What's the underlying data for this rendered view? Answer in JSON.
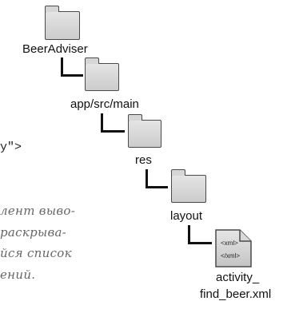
{
  "tree": {
    "root": {
      "label": "BeerAdviser",
      "icon": "folder-icon"
    },
    "app": {
      "label": "app/src/main",
      "icon": "folder-icon"
    },
    "res": {
      "label": "res",
      "icon": "folder-icon"
    },
    "layout": {
      "label": "layout",
      "icon": "folder-icon"
    },
    "file": {
      "line1": "activity_",
      "line2": "find_beer.xml",
      "icon": "xml-file-icon",
      "tag_open": "<xml>",
      "tag_close": "</xml>"
    }
  },
  "code_fragment": "y\">",
  "annotation": {
    "line1": "лент выво-",
    "line2": "раскрыва-",
    "line3": "йся список",
    "line4": "ений."
  }
}
